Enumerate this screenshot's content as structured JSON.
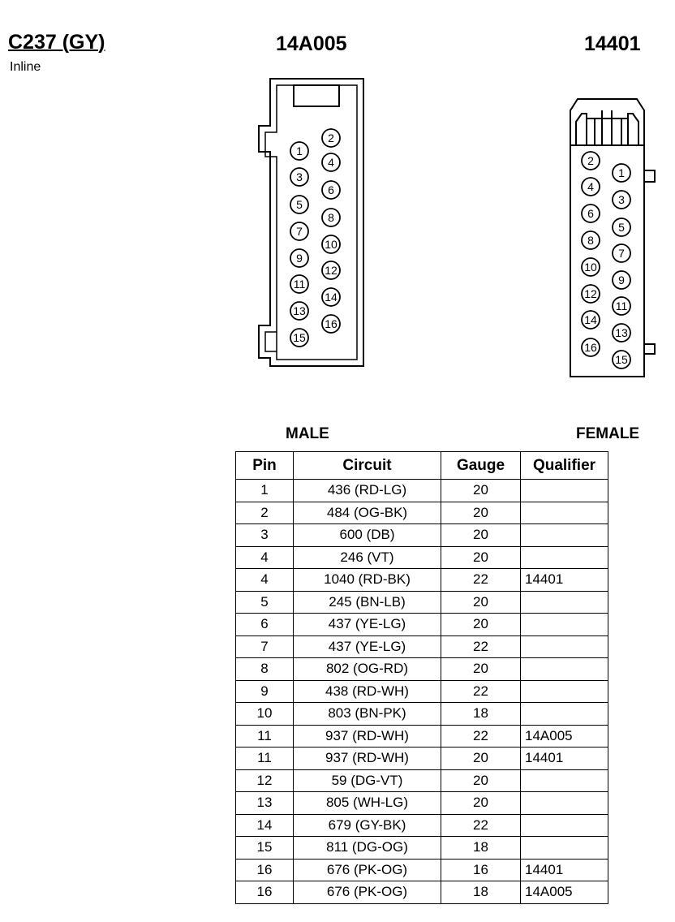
{
  "connector": {
    "id": "C237 (GY)",
    "location": "Inline",
    "male_part": "14A005",
    "female_part": "14401",
    "male_label": "MALE",
    "female_label": "FEMALE"
  },
  "table": {
    "headers": [
      "Pin",
      "Circuit",
      "Gauge",
      "Qualifier"
    ],
    "rows": [
      {
        "pin": "1",
        "circuit": "436 (RD-LG)",
        "gauge": "20",
        "qualifier": ""
      },
      {
        "pin": "2",
        "circuit": "484 (OG-BK)",
        "gauge": "20",
        "qualifier": ""
      },
      {
        "pin": "3",
        "circuit": "600 (DB)",
        "gauge": "20",
        "qualifier": ""
      },
      {
        "pin": "4",
        "circuit": "246 (VT)",
        "gauge": "20",
        "qualifier": ""
      },
      {
        "pin": "4",
        "circuit": "1040 (RD-BK)",
        "gauge": "22",
        "qualifier": "14401"
      },
      {
        "pin": "5",
        "circuit": "245 (BN-LB)",
        "gauge": "20",
        "qualifier": ""
      },
      {
        "pin": "6",
        "circuit": "437 (YE-LG)",
        "gauge": "20",
        "qualifier": ""
      },
      {
        "pin": "7",
        "circuit": "437 (YE-LG)",
        "gauge": "22",
        "qualifier": ""
      },
      {
        "pin": "8",
        "circuit": "802 (OG-RD)",
        "gauge": "20",
        "qualifier": ""
      },
      {
        "pin": "9",
        "circuit": "438 (RD-WH)",
        "gauge": "22",
        "qualifier": ""
      },
      {
        "pin": "10",
        "circuit": "803 (BN-PK)",
        "gauge": "18",
        "qualifier": ""
      },
      {
        "pin": "11",
        "circuit": "937 (RD-WH)",
        "gauge": "22",
        "qualifier": "14A005"
      },
      {
        "pin": "11",
        "circuit": "937 (RD-WH)",
        "gauge": "20",
        "qualifier": "14401"
      },
      {
        "pin": "12",
        "circuit": "59 (DG-VT)",
        "gauge": "20",
        "qualifier": ""
      },
      {
        "pin": "13",
        "circuit": "805 (WH-LG)",
        "gauge": "20",
        "qualifier": ""
      },
      {
        "pin": "14",
        "circuit": "679 (GY-BK)",
        "gauge": "22",
        "qualifier": ""
      },
      {
        "pin": "15",
        "circuit": "811 (DG-OG)",
        "gauge": "18",
        "qualifier": ""
      },
      {
        "pin": "16",
        "circuit": "676 (PK-OG)",
        "gauge": "16",
        "qualifier": "14401"
      },
      {
        "pin": "16",
        "circuit": "676 (PK-OG)",
        "gauge": "18",
        "qualifier": "14A005"
      }
    ]
  },
  "male_pins": [
    "1",
    "2",
    "3",
    "4",
    "5",
    "6",
    "7",
    "8",
    "9",
    "10",
    "11",
    "12",
    "13",
    "14",
    "15",
    "16"
  ],
  "female_pins": [
    "1",
    "2",
    "3",
    "4",
    "5",
    "6",
    "7",
    "8",
    "9",
    "10",
    "11",
    "12",
    "13",
    "14",
    "15",
    "16"
  ]
}
